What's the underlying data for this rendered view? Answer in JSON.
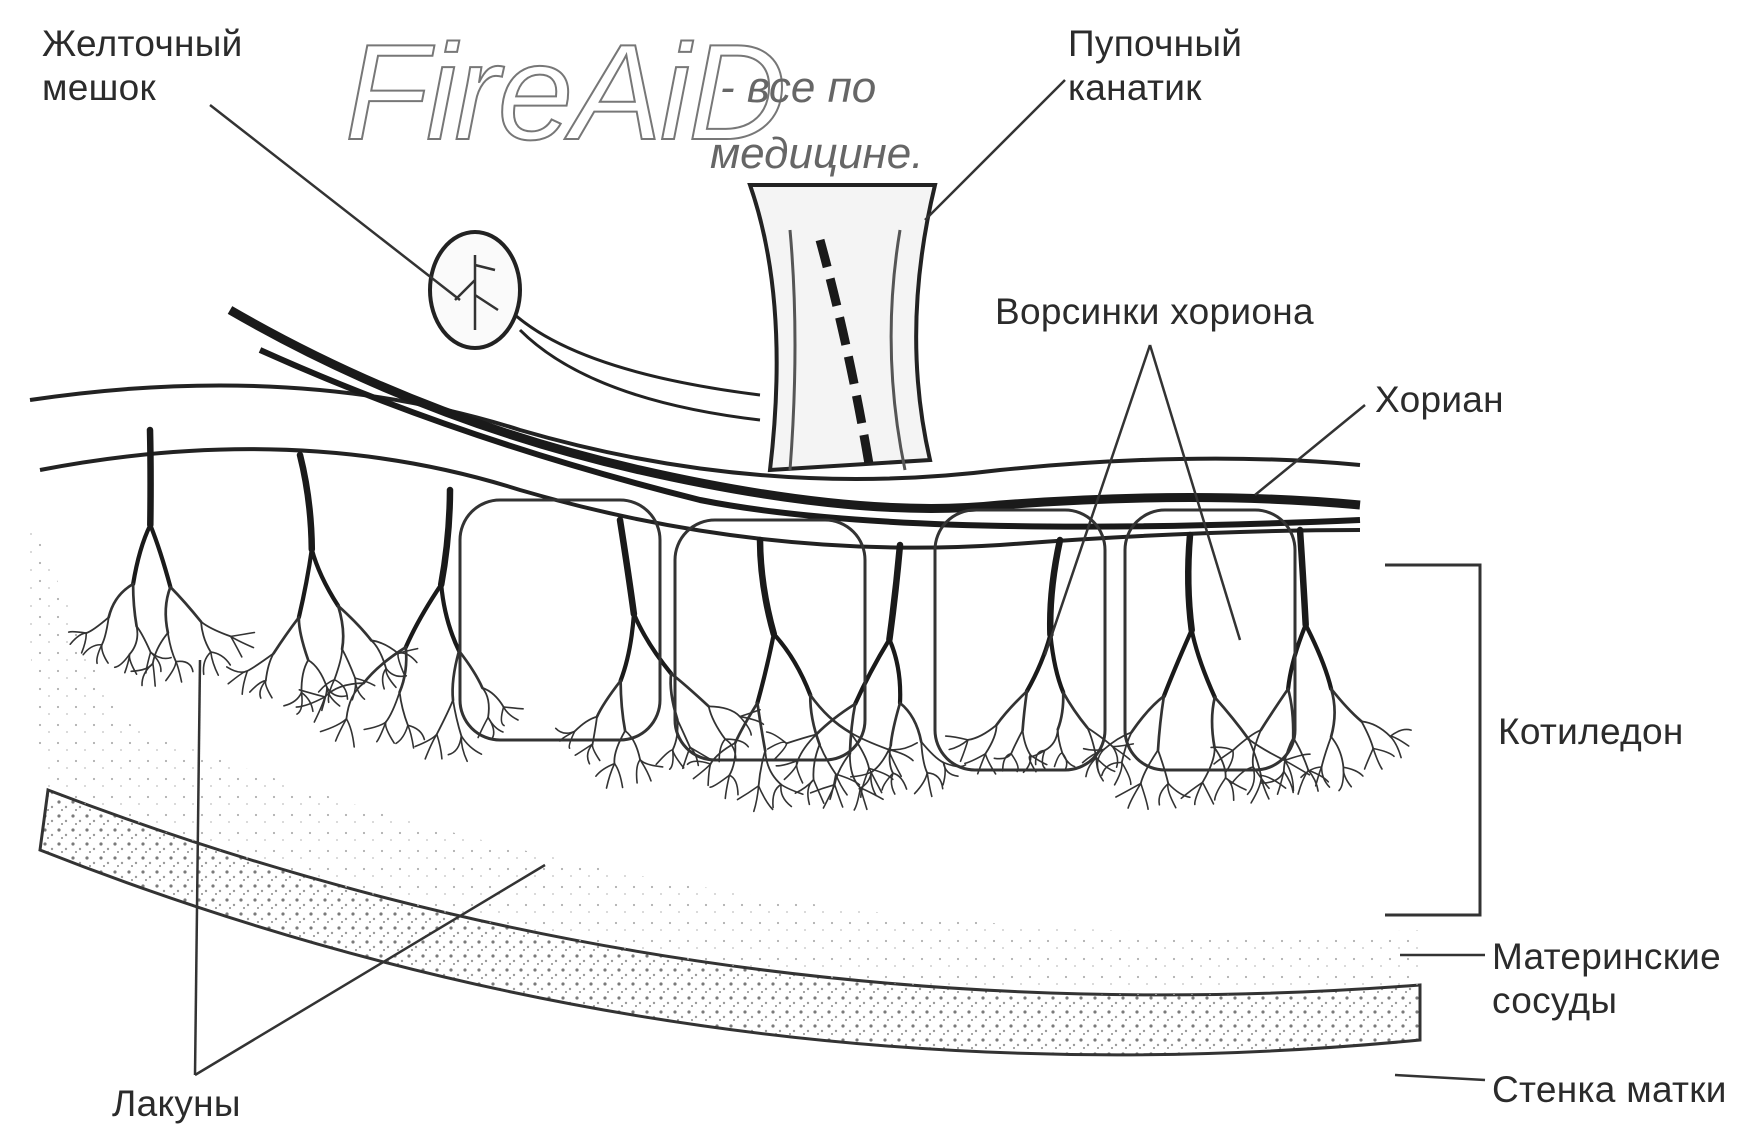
{
  "watermark": {
    "logo": "FireAiD",
    "tagline_line1": "- все по",
    "tagline_line2": "медицине."
  },
  "labels": {
    "yolk_sac": [
      "Желточный",
      "мешок"
    ],
    "umbilical_cord": [
      "Пупочный",
      "канатик"
    ],
    "chorionic_villi": "Ворсинки хориона",
    "chorion": "Хориан",
    "cotyledon": "Котиледон",
    "maternal_vessels": [
      "Материнские",
      "сосуды"
    ],
    "uterine_wall": "Стенка матки",
    "lacunae": "Лакуны"
  },
  "colors": {
    "background": "#ffffff",
    "line": "#222222",
    "vessel_dark": "#1a1a1a",
    "tissue_stipple": "#8a8a8a",
    "label_text": "#2b2b2b"
  }
}
